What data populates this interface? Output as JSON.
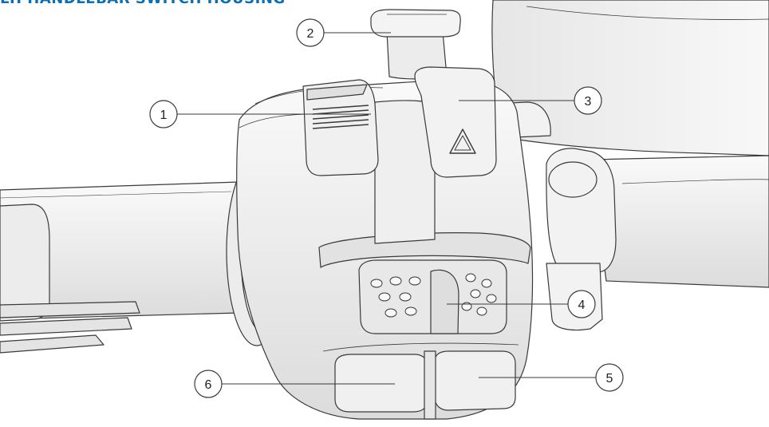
{
  "heading": "LH HANDLEBAR SWITCH HOUSING",
  "callouts": [
    {
      "id": "1",
      "label": "1"
    },
    {
      "id": "2",
      "label": "2"
    },
    {
      "id": "3",
      "label": "3"
    },
    {
      "id": "4",
      "label": "4"
    },
    {
      "id": "5",
      "label": "5"
    },
    {
      "id": "6",
      "label": "6"
    }
  ],
  "colors": {
    "heading": "#0b6fb6",
    "line": "#3a3a3a",
    "part_fill": "#f2f2f2",
    "part_shade": "#d9d9d9"
  }
}
